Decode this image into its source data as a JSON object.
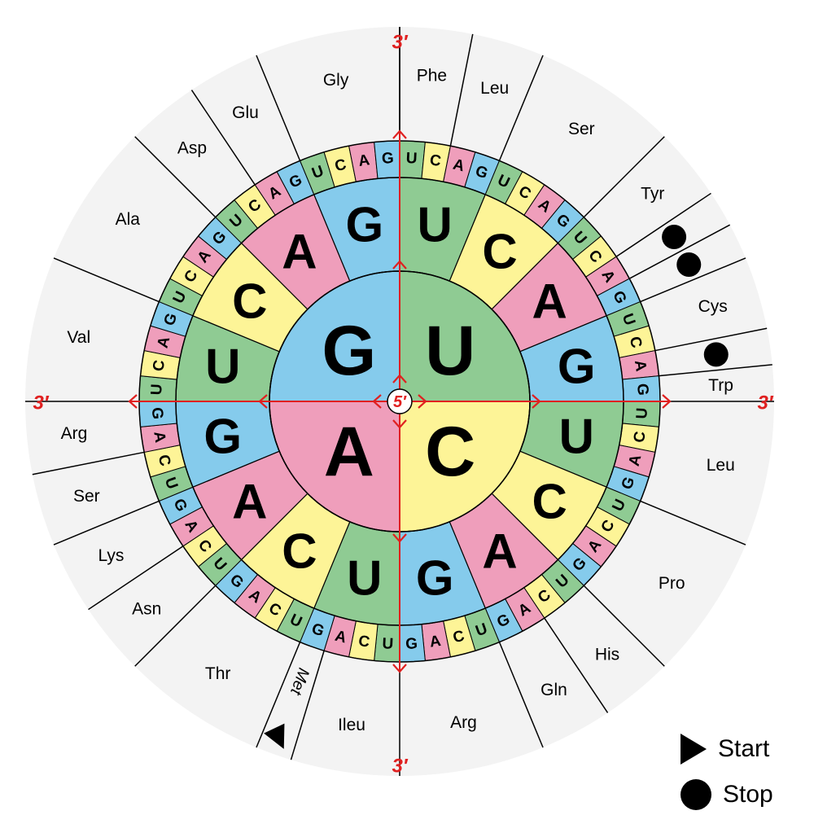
{
  "colors": {
    "U": "#8fcb93",
    "C": "#fdf497",
    "A": "#ef9ebb",
    "G": "#85cbec",
    "outer_bg": "#f3f3f3",
    "axis": "#e02020"
  },
  "inner_ring": [
    "U",
    "C",
    "A",
    "G"
  ],
  "middle_ring": [
    "U",
    "C",
    "A",
    "G"
  ],
  "third_ring": [
    "U",
    "C",
    "A",
    "G"
  ],
  "amino_acids": [
    {
      "name": "Phe",
      "start": 0,
      "count": 2
    },
    {
      "name": "Leu",
      "start": 2,
      "count": 2
    },
    {
      "name": "Ser",
      "start": 4,
      "count": 4
    },
    {
      "name": "Tyr",
      "start": 8,
      "count": 2
    },
    {
      "name": "",
      "start": 10,
      "count": 1,
      "marker": "stop"
    },
    {
      "name": "",
      "start": 11,
      "count": 1,
      "marker": "stop"
    },
    {
      "name": "Cys",
      "start": 12,
      "count": 2
    },
    {
      "name": "",
      "start": 14,
      "count": 1,
      "marker": "stop"
    },
    {
      "name": "Trp",
      "start": 15,
      "count": 1
    },
    {
      "name": "Leu",
      "start": 16,
      "count": 4
    },
    {
      "name": "Pro",
      "start": 20,
      "count": 4
    },
    {
      "name": "His",
      "start": 24,
      "count": 2
    },
    {
      "name": "Gln",
      "start": 26,
      "count": 2
    },
    {
      "name": "Arg",
      "start": 28,
      "count": 4
    },
    {
      "name": "Ileu",
      "start": 32,
      "count": 3
    },
    {
      "name": "Met",
      "start": 35,
      "count": 1,
      "marker": "start"
    },
    {
      "name": "Thr",
      "start": 36,
      "count": 4
    },
    {
      "name": "Asn",
      "start": 40,
      "count": 2
    },
    {
      "name": "Lys",
      "start": 42,
      "count": 2
    },
    {
      "name": "Ser",
      "start": 44,
      "count": 2
    },
    {
      "name": "Arg",
      "start": 46,
      "count": 2
    },
    {
      "name": "Val",
      "start": 48,
      "count": 4
    },
    {
      "name": "Ala",
      "start": 52,
      "count": 4
    },
    {
      "name": "Asp",
      "start": 56,
      "count": 2
    },
    {
      "name": "Glu",
      "start": 58,
      "count": 2
    },
    {
      "name": "Gly",
      "start": 60,
      "count": 4
    }
  ],
  "center_label": "5′",
  "end_label": "3′",
  "legend": {
    "start_label": "Start",
    "stop_label": "Stop"
  }
}
